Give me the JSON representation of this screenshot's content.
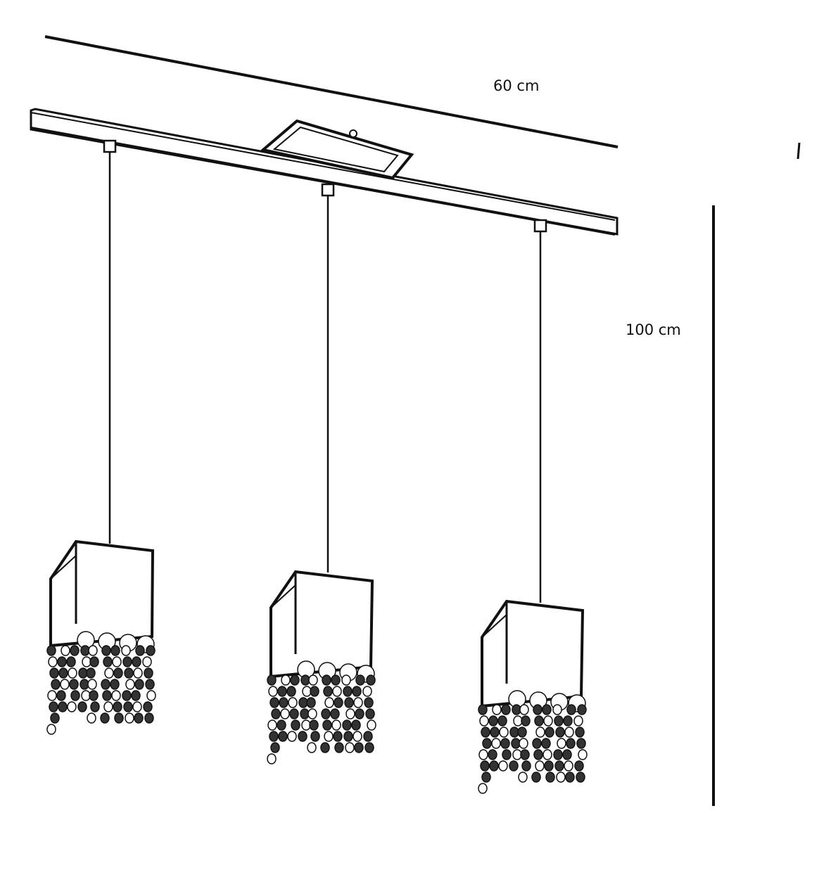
{
  "dimensions": {
    "width_label": "60 cm",
    "height_label": "100 cm"
  },
  "pendant_count": 3,
  "colors": {
    "line": "#111111",
    "background": "#ffffff"
  }
}
